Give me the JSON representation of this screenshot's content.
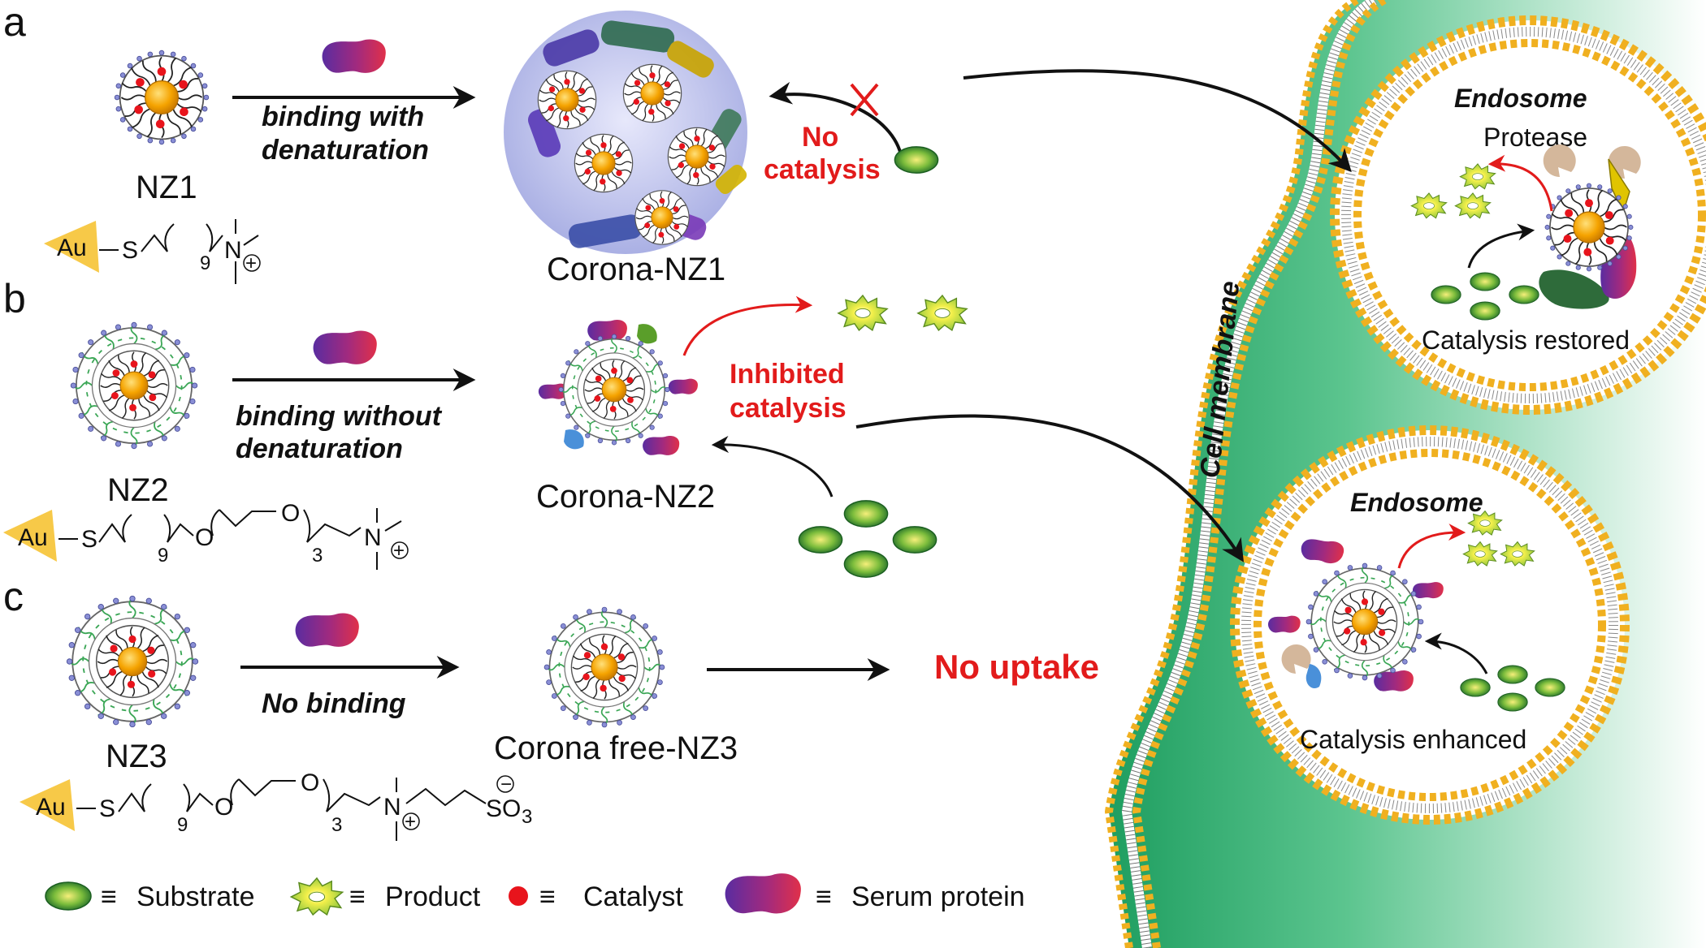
{
  "panels": {
    "a": {
      "letter": "a",
      "name": "NZ1",
      "step": [
        "binding with",
        "denaturation"
      ],
      "corona": "Corona-NZ1",
      "result": [
        "No",
        "catalysis"
      ]
    },
    "b": {
      "letter": "b",
      "name": "NZ2",
      "step": [
        "binding without",
        "denaturation"
      ],
      "corona": "Corona-NZ2",
      "result": [
        "Inhibited",
        "catalysis"
      ]
    },
    "c": {
      "letter": "c",
      "name": "NZ3",
      "step": [
        "No binding"
      ],
      "corona": "Corona free-NZ3",
      "result": [
        "No uptake"
      ]
    }
  },
  "chem": {
    "au": "Au",
    "s": "S",
    "o": "O",
    "n": "N",
    "plus": "+",
    "minus": "−",
    "so3": "SO",
    "so3_sub": "3",
    "n9": "9",
    "n3": "3"
  },
  "cell": {
    "membrane_label": "Cell membrane",
    "endosome_top": {
      "title": "Endosome",
      "protease": "Protease",
      "status": "Catalysis restored"
    },
    "endosome_bottom": {
      "title": "Endosome",
      "status": "Catalysis enhanced"
    }
  },
  "legend": {
    "substrate": "Substrate",
    "product": "Product",
    "catalyst": "Catalyst",
    "serum": "Serum protein",
    "equiv": "≡"
  },
  "colors": {
    "gold_core": "#f5a300",
    "catalyst_red": "#e8141c",
    "membrane_head": "#f0b020",
    "cytosol_green": "#2fb46e",
    "highlight_red": "#e21b1b",
    "peg_green": "#4caf50",
    "substrate_green": "#2e7d32",
    "product_yellow": "#e6e600"
  }
}
